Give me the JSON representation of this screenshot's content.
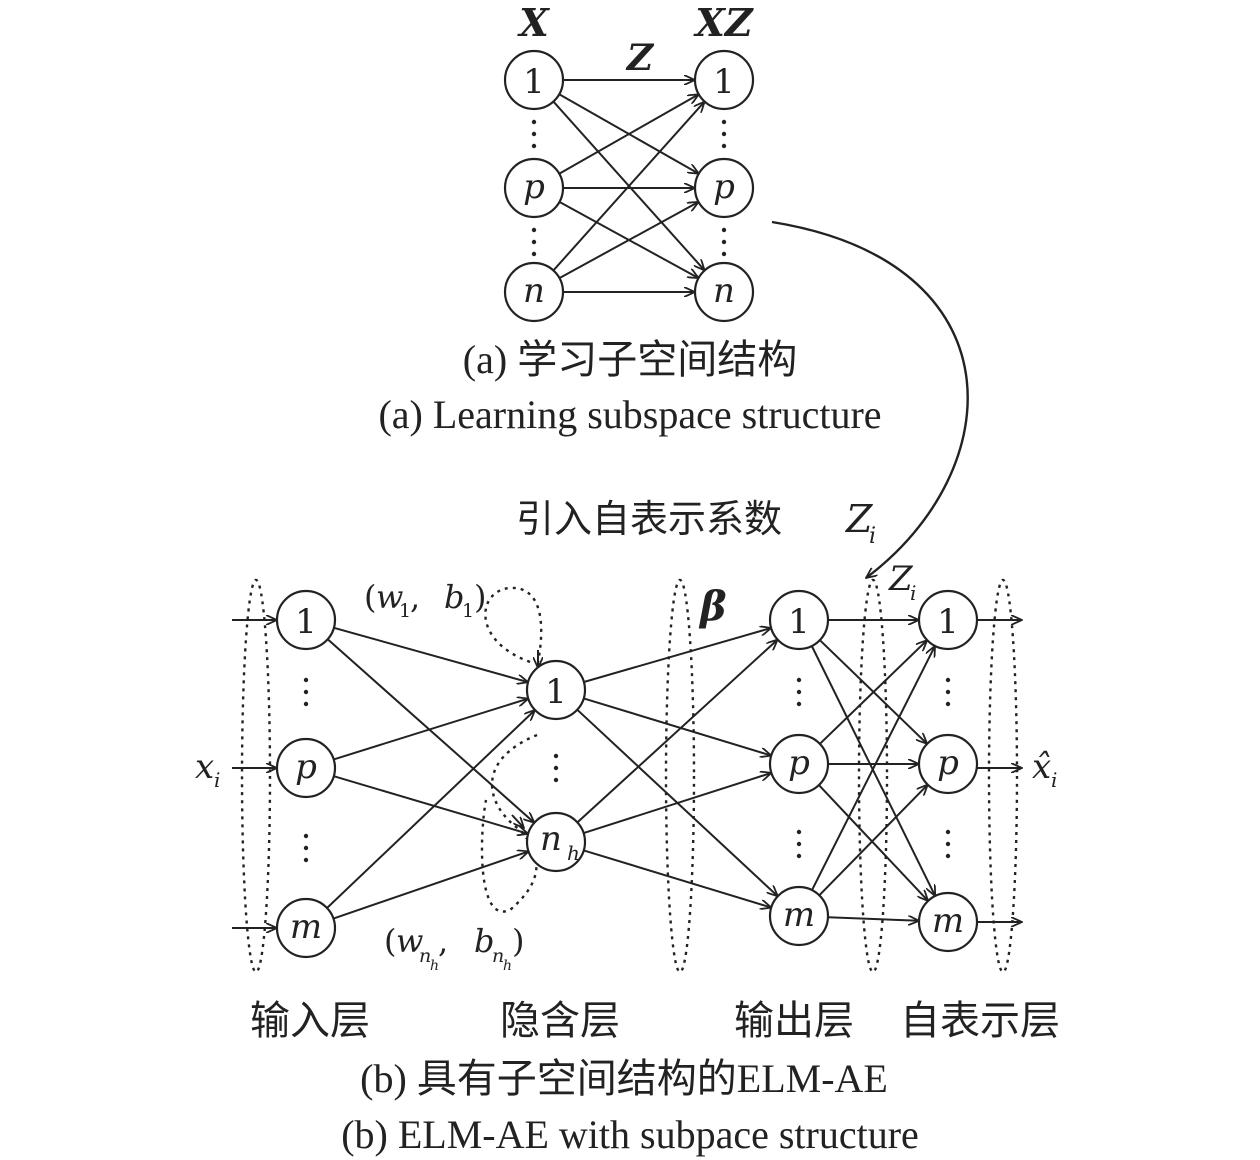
{
  "diagram_a": {
    "label_input": "X",
    "label_output": "XZ",
    "label_weights": "Z",
    "node_labels": [
      "1",
      "p",
      "n"
    ],
    "caption_cn": "(a) 学习子空间结构",
    "caption_en": "(a) Learning subspace structure"
  },
  "connector": {
    "label_text": "引入自表示系数",
    "label_symbol": "Z",
    "label_subscript": "i"
  },
  "diagram_b": {
    "input_nodes": [
      "1",
      "p",
      "m"
    ],
    "hidden_nodes": [
      "1",
      "n"
    ],
    "hidden_last_subscript": "h",
    "output_nodes": [
      "1",
      "p",
      "m"
    ],
    "selfrep_nodes": [
      "1",
      "p",
      "m"
    ],
    "input_symbol": "x",
    "input_subscript": "i",
    "output_symbol": "x̂",
    "output_subscript": "i",
    "weight_top": {
      "open": "(",
      "w": "w",
      "w_sub": "1",
      "sep": ", ",
      "b": "b",
      "b_sub": "1",
      "close": ")"
    },
    "weight_bottom": {
      "open": "(",
      "w": "w",
      "w_sub": "n",
      "w_subsub": "h",
      "sep": ", ",
      "b": "b",
      "b_sub": "n",
      "b_subsub": "h",
      "close": ")"
    },
    "beta_label": "β",
    "z_label": "Z",
    "z_subscript": "i",
    "layer_labels": [
      "输入层",
      "隐含层",
      "输出层",
      "自表示层"
    ],
    "caption_cn": "(b) 具有子空间结构的ELM-AE",
    "caption_en": "(b) ELM-AE with subpace structure"
  }
}
